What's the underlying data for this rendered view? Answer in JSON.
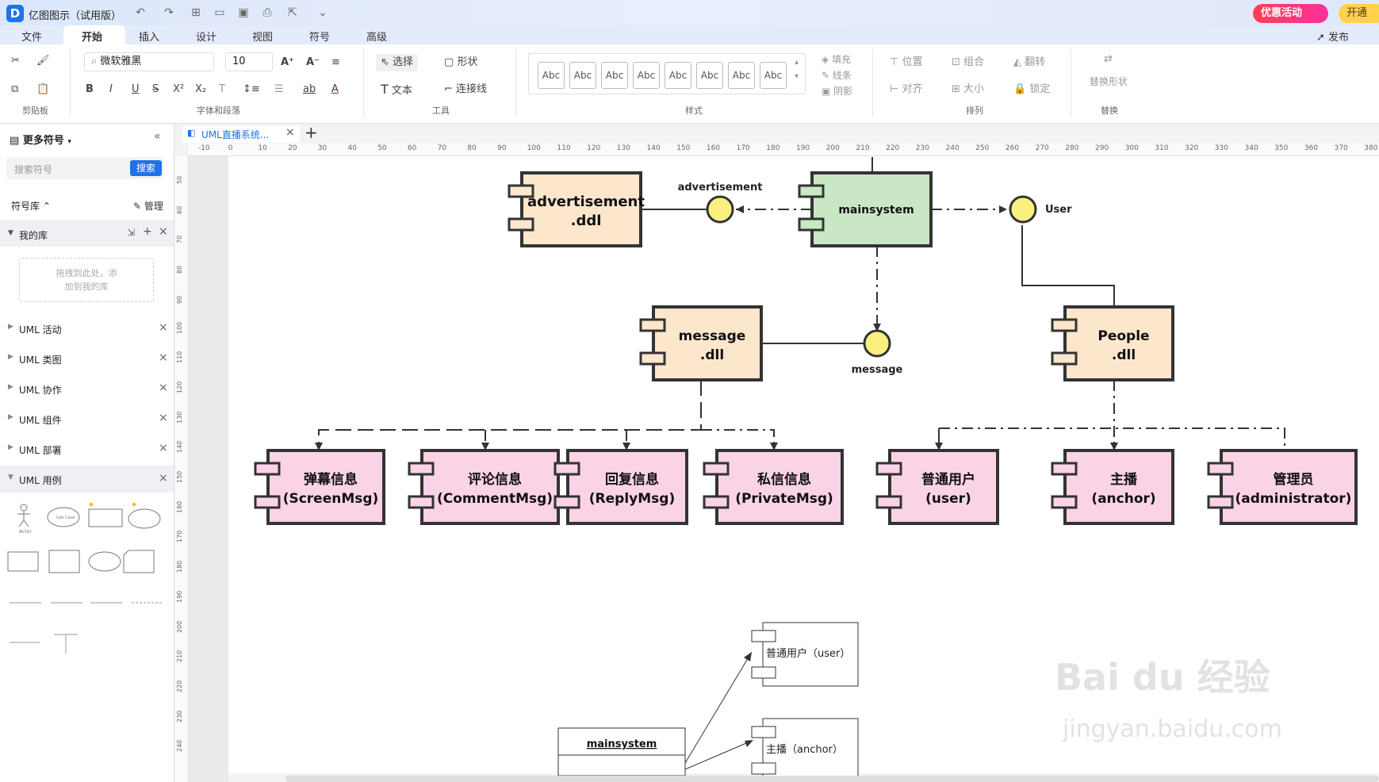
{
  "app": {
    "title": "亿图图示（试用版）",
    "logo_glyph": "D"
  },
  "menu": {
    "tabs": [
      "文件",
      "开始",
      "插入",
      "设计",
      "视图",
      "符号",
      "高级"
    ],
    "active": "开始"
  },
  "titlebar": {
    "promo_label": "优惠活动",
    "vip_label": "开通",
    "publish_label": "发布"
  },
  "ribbon": {
    "font_name": "微软雅黑",
    "font_size": "10",
    "select_label": "选择",
    "shape_label": "形状",
    "text_label": "文本",
    "connector_label": "连接线",
    "fill_label": "填充",
    "line_label": "线条",
    "shadow_label": "阴影",
    "position_label": "位置",
    "group_label": "组合",
    "flip_label": "翻转",
    "align_label": "对齐",
    "size_label": "大小",
    "lock_label": "锁定",
    "replace_label": "替换形状",
    "style_sample": "Abc",
    "groups": {
      "clipboard": "剪贴板",
      "font": "字体和段落",
      "tools": "工具",
      "styles": "样式",
      "arrange": "排列",
      "replace": "替换"
    }
  },
  "sidebar": {
    "title": "更多符号",
    "search_placeholder": "搜索符号",
    "search_button": "搜索",
    "library_header": "符号库",
    "manage_label": "管理",
    "my_library": "我的库",
    "drop_hint_1": "拖拽到此处，添",
    "drop_hint_2": "加到我的库",
    "libraries": [
      "UML 活动",
      "UML 类图",
      "UML 协作",
      "UML 组件",
      "UML 部署",
      "UML 用例"
    ],
    "thumb_actor": "Actor",
    "thumb_use_case": "Use Case"
  },
  "document": {
    "tab_label": "UML直播系统..."
  },
  "ruler": {
    "h_ticks": [
      "-10",
      "0",
      "10",
      "20",
      "30",
      "40",
      "50",
      "60",
      "70",
      "80",
      "90",
      "100",
      "110",
      "120",
      "130",
      "140",
      "150",
      "160",
      "170",
      "180",
      "190",
      "200",
      "210",
      "220",
      "230",
      "240",
      "250",
      "260",
      "270",
      "280",
      "290",
      "300",
      "310",
      "320",
      "330",
      "340",
      "350",
      "360",
      "370",
      "380"
    ],
    "v_ticks": [
      "50",
      "60",
      "70",
      "80",
      "90",
      "100",
      "110",
      "120",
      "130",
      "140",
      "150",
      "160",
      "170",
      "180",
      "190",
      "200",
      "210",
      "220",
      "230",
      "240"
    ]
  },
  "diagram": {
    "components": [
      {
        "id": "adv",
        "line1": "advertisement",
        "line2": ".ddl",
        "color": "#fce6cc"
      },
      {
        "id": "main",
        "line1": "mainsystem",
        "line2": "",
        "color": "#c9e7c5"
      },
      {
        "id": "msg",
        "line1": "message",
        "line2": ".dll",
        "color": "#fce6cc"
      },
      {
        "id": "people",
        "line1": "People",
        "line2": ".dll",
        "color": "#fce6cc"
      },
      {
        "id": "danmu",
        "line1": "弹幕信息",
        "line2": "(ScreenMsg)",
        "color": "#fbd3e6"
      },
      {
        "id": "comment",
        "line1": "评论信息",
        "line2": "(CommentMsg)",
        "color": "#fbd3e6"
      },
      {
        "id": "reply",
        "line1": "回复信息",
        "line2": "(ReplyMsg)",
        "color": "#fbd3e6"
      },
      {
        "id": "private",
        "line1": "私信信息",
        "line2": "(PrivateMsg)",
        "color": "#fbd3e6"
      },
      {
        "id": "user",
        "line1": "普通用户",
        "line2": "(user)",
        "color": "#fbd3e6"
      },
      {
        "id": "anchor",
        "line1": "主播",
        "line2": "(anchor)",
        "color": "#fbd3e6"
      },
      {
        "id": "admin",
        "line1": "管理员",
        "line2": "(administrator)",
        "color": "#fbd3e6"
      }
    ],
    "interfaces": [
      {
        "id": "i_adv",
        "label": "advertisement"
      },
      {
        "id": "i_user",
        "label": "User"
      },
      {
        "id": "i_msg",
        "label": "message"
      }
    ],
    "small_components": [
      {
        "id": "s_user",
        "label": "普通用户（user）"
      },
      {
        "id": "s_anchor",
        "label": "主播（anchor）"
      }
    ],
    "main_box_label": "mainsystem"
  },
  "watermark": {
    "line1": "Bai du 经验",
    "line2": "jingyan.baidu.com"
  }
}
